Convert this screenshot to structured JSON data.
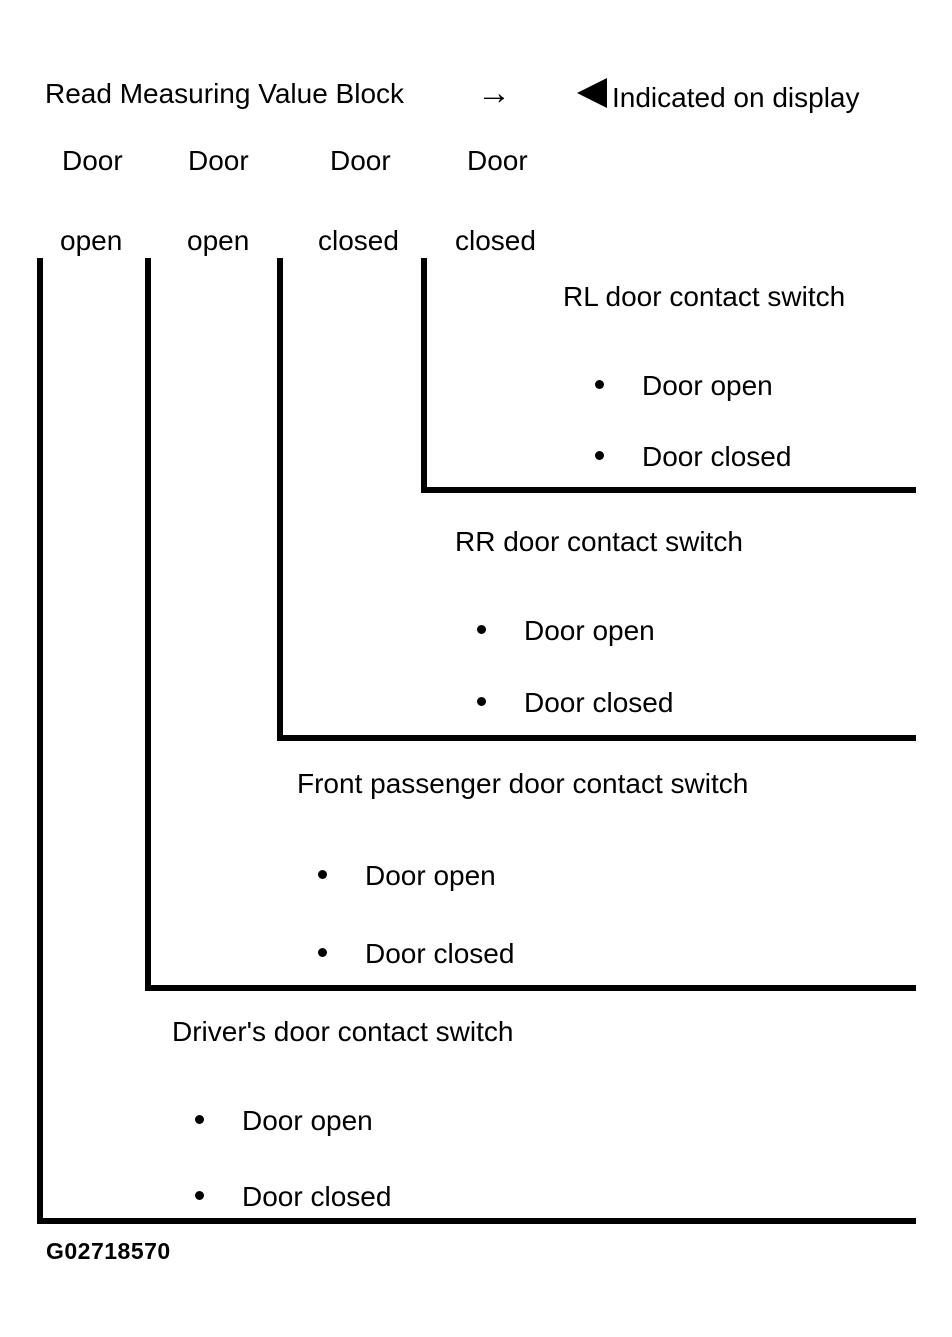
{
  "header": {
    "title": "Read Measuring Value Block",
    "arrow_icon": "→",
    "indicator_triangle_icon": "◀",
    "indicated_label": "Indicated on display"
  },
  "columns": [
    {
      "name": "Door",
      "state": "open"
    },
    {
      "name": "Door",
      "state": "open"
    },
    {
      "name": "Door",
      "state": "closed"
    },
    {
      "name": "Door",
      "state": "closed"
    }
  ],
  "sections": [
    {
      "title": "RL door contact switch",
      "items": [
        "Door open",
        "Door closed"
      ]
    },
    {
      "title": "RR door contact switch",
      "items": [
        "Door open",
        "Door closed"
      ]
    },
    {
      "title": "Front passenger door contact switch",
      "items": [
        "Door open",
        "Door closed"
      ]
    },
    {
      "title": "Driver's door contact switch",
      "items": [
        "Door open",
        "Door closed"
      ]
    }
  ],
  "figure_id": "G02718570",
  "colors": {
    "foreground": "#000000",
    "background": "#ffffff"
  }
}
